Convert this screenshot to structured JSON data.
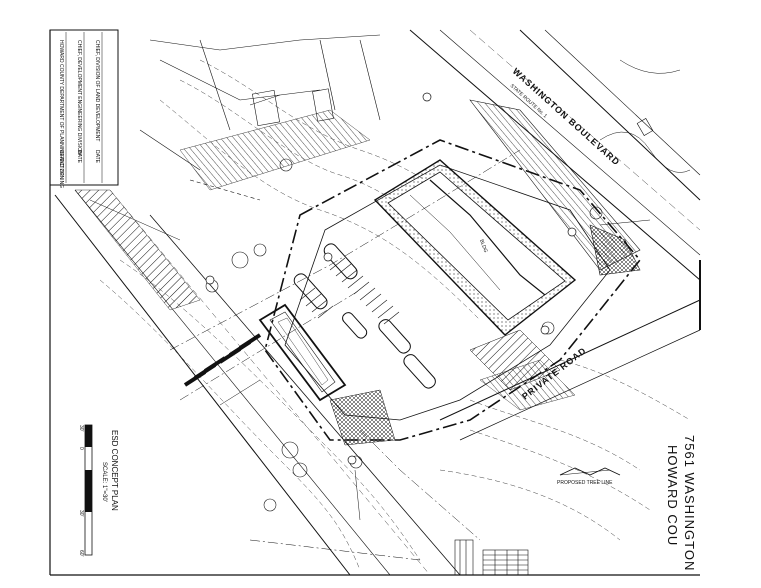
{
  "roads": {
    "washington_blvd": "WASHINGTON BOULEVARD",
    "washington_blvd_sub": "STATE ROUTE No. 1",
    "private_road": "PRIVATE ROAD"
  },
  "title_block": {
    "address_line": "7561 WASHINGTON",
    "county_line": "HOWARD COU"
  },
  "scale_block": {
    "title": "ESD CONCEPT PLAN",
    "scale": "SCALE: 1\"=30'",
    "ticks": [
      "30'",
      "0",
      "30'",
      "60'"
    ]
  },
  "approval_block": {
    "lines": [
      "HOWARD COUNTY DEPARTMENT OF PLANNING AND ZONING",
      "DIRECTOR",
      "DATE",
      "CHIEF, DEVELOPMENT ENGINEERING DIVISION",
      "DATE",
      "CHIEF, DIVISION OF LAND DEVELOPMENT",
      "DATE"
    ]
  },
  "legend_note": "PROPOSED TREE LINE",
  "colors": {
    "ink": "#111111",
    "paper": "#ffffff"
  }
}
